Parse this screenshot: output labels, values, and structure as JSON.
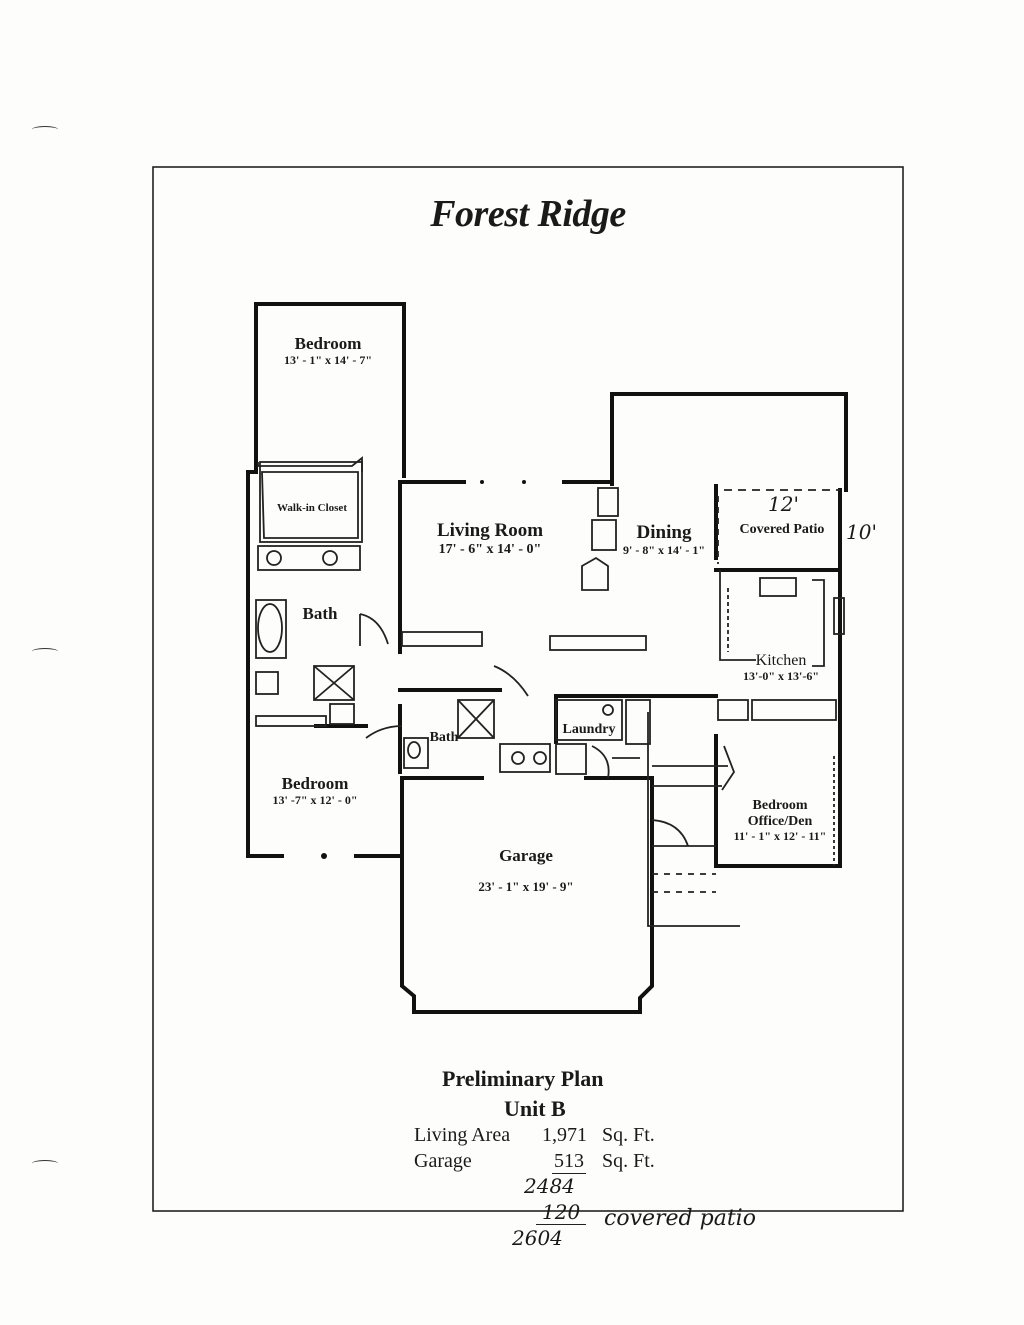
{
  "title": "Forest Ridge",
  "rooms": {
    "bedroom_top": {
      "name": "Bedroom",
      "dims": "13' - 1\" x 14' - 7\""
    },
    "walk_in_closet": {
      "name": "Walk-in Closet"
    },
    "bath_master": {
      "name": "Bath"
    },
    "living_room": {
      "name": "Living Room",
      "dims": "17' - 6\" x 14' - 0\""
    },
    "dining": {
      "name": "Dining",
      "dims": "9' - 8\" x 14' - 1\""
    },
    "covered_patio": {
      "name": "Covered Patio"
    },
    "kitchen": {
      "name": "Kitchen",
      "dims": "13'-0\" x 13'-6\""
    },
    "bath_hall": {
      "name": "Bath"
    },
    "laundry": {
      "name": "Laundry"
    },
    "bedroom_lower": {
      "name": "Bedroom",
      "dims": "13' -7\" x 12' - 0\""
    },
    "bedroom_office": {
      "name": "Bedroom Office/Den",
      "dims": "11' - 1\" x 12' - 11\""
    },
    "garage": {
      "name": "Garage",
      "dims": "23' - 1\" x 19' - 9\""
    }
  },
  "handwritten": {
    "patio_width": "12'",
    "patio_depth": "10'",
    "subtotal": "2484",
    "patio_sqft": "120",
    "patio_label": "covered patio",
    "total": "2604"
  },
  "caption": {
    "plan": "Preliminary Plan",
    "unit": "Unit B",
    "living_area_label": "Living Area",
    "living_area_value": "1,971",
    "garage_label": "Garage",
    "garage_value": "513",
    "unit_label": "Sq. Ft."
  }
}
